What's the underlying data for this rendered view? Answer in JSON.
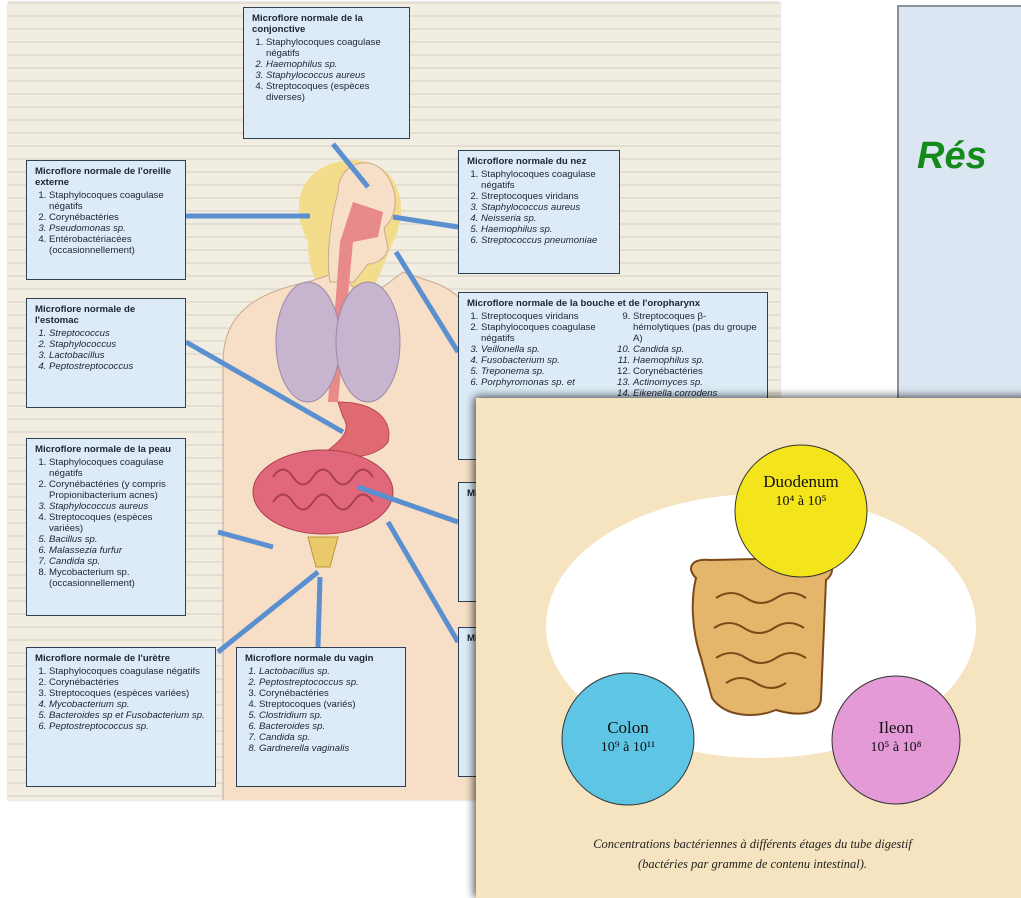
{
  "slide_title": "Rés",
  "anatomy_figure": {
    "boxes": {
      "conjonctive": {
        "title": "Microflore normale de la conjonctive",
        "items": [
          "Staphylocoques coagulase négatifs",
          "Haemophilus sp.",
          "Staphylococcus aureus",
          "Streptocoques (espèces diverses)"
        ]
      },
      "oreille": {
        "title": "Microflore normale de l'oreille externe",
        "items": [
          "Staphylocoques coagulase négatifs",
          "Corynébactéries",
          "Pseudomonas sp.",
          "Entérobactériacées (occasionnellement)"
        ]
      },
      "nez": {
        "title": "Microflore normale du nez",
        "items": [
          "Staphylocoques coagulase négatifs",
          "Streptocoques viridans",
          "Staphylococcus aureus",
          "Neisseria sp.",
          "Haemophilus sp.",
          "Streptococcus pneumoniae"
        ]
      },
      "bouche": {
        "title": "Microflore normale de la bouche et de l'oropharynx",
        "items_left": [
          "Streptocoques viridans",
          "Staphylocoques coagulase négatifs",
          "Veillonella sp.",
          "Fusobacterium sp.",
          "Treponema sp.",
          "Porphyromonas sp. et"
        ],
        "items_right": [
          "Streptocoques β-hémolytiques (pas du groupe A)",
          "Candida sp.",
          "Haemophilus sp.",
          "Corynébactéries",
          "Actinomyces sp.",
          "Eikenella corrodens"
        ]
      },
      "estomac": {
        "title": "Microflore normale de l'estomac",
        "items": [
          "Streptococcus",
          "Staphylococcus",
          "Lactobacillus",
          "Peptostreptococcus"
        ]
      },
      "peau": {
        "title": "Microflore normale de la peau",
        "items": [
          "Staphylocoques coagulase négatifs",
          "Corynébactéries (y compris Propionibacterium acnes)",
          "Staphylococcus aureus",
          "Streptocoques (espèces variées)",
          "Bacillus sp.",
          "Malassezia furfur",
          "Candida sp.",
          "Mycobacterium sp. (occasionnellement)"
        ]
      },
      "uretre": {
        "title": "Microflore normale de l'urètre",
        "items": [
          "Staphylocoques coagulase négatifs",
          "Corynébactéries",
          "Streptocoques (espèces variées)",
          "Mycobacterium sp.",
          "Bacteroides sp et Fusobacterium sp.",
          "Peptostreptococcus sp."
        ]
      },
      "vagin": {
        "title": "Microflore normale du vagin",
        "items": [
          "Lactobacillus sp.",
          "Peptostreptococcus sp.",
          "Corynébactéries",
          "Streptocoques (variés)",
          "Clostridium sp.",
          "Bacteroides sp.",
          "Candida sp.",
          "Gardnerella vaginalis"
        ]
      },
      "grele_partial": {
        "title": "Mi gré"
      },
      "colon_partial": {
        "title": "Mic"
      }
    }
  },
  "gut_figure": {
    "duodenum": {
      "name": "Duodenum",
      "range": "10⁴ à 10⁵",
      "color": "#f3e41c"
    },
    "colon": {
      "name": "Colon",
      "range": "10⁹ à 10¹¹",
      "color": "#5ec6e4"
    },
    "ileon": {
      "name": "Ileon",
      "range": "10⁵ à 10⁸",
      "color": "#e39ad6"
    },
    "caption_line1": "Concentrations bactériennes à différents étages du tube digestif",
    "caption_line2": "(bactéries par gramme de contenu intestinal)."
  },
  "colors": {
    "box_fill": "#dcebf6",
    "arrow": "#5a8fd0",
    "title_green": "#138a1a",
    "card_bg": "#f5e4bf"
  }
}
